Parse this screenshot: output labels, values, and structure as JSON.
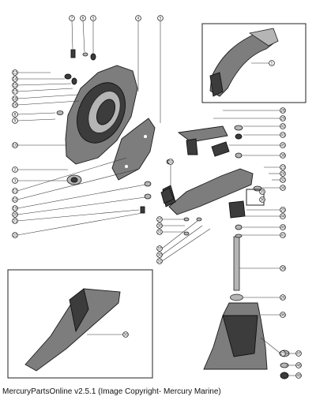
{
  "caption": "MercuryPartsOnline v2.5.1 (Image Copyright- Mercury Marine)",
  "callouts": {
    "c7a": "7",
    "c6a": "6",
    "c5a": "5",
    "c4": "4",
    "c5b": "5",
    "c13": "13",
    "c14": "14",
    "c15": "15",
    "c17": "17",
    "c18": "18",
    "c16": "16",
    "c8": "8",
    "c9": "9",
    "c10": "10",
    "c2": "2",
    "c3": "3",
    "c11": "11",
    "c12": "12",
    "c19": "19",
    "c20": "20",
    "c21": "21",
    "c22": "22",
    "c33": "33",
    "c1": "1",
    "c28": "28",
    "c29": "29",
    "c42": "42",
    "c43": "43",
    "c45": "45",
    "c38": "38",
    "c23": "23",
    "c24": "24",
    "c32": "32",
    "c34": "34",
    "c35": "35",
    "c36": "36",
    "c37a": "37",
    "c30a": "30",
    "c31a": "31",
    "c37b": "37",
    "c30b": "30",
    "c31b": "31",
    "c25": "25",
    "c44": "44",
    "c40": "40",
    "c41": "41",
    "c39": "39",
    "c26": "26",
    "c46": "46",
    "c27": "27",
    "c47": "47",
    "c48": "48",
    "c49": "49",
    "c50": "50"
  }
}
